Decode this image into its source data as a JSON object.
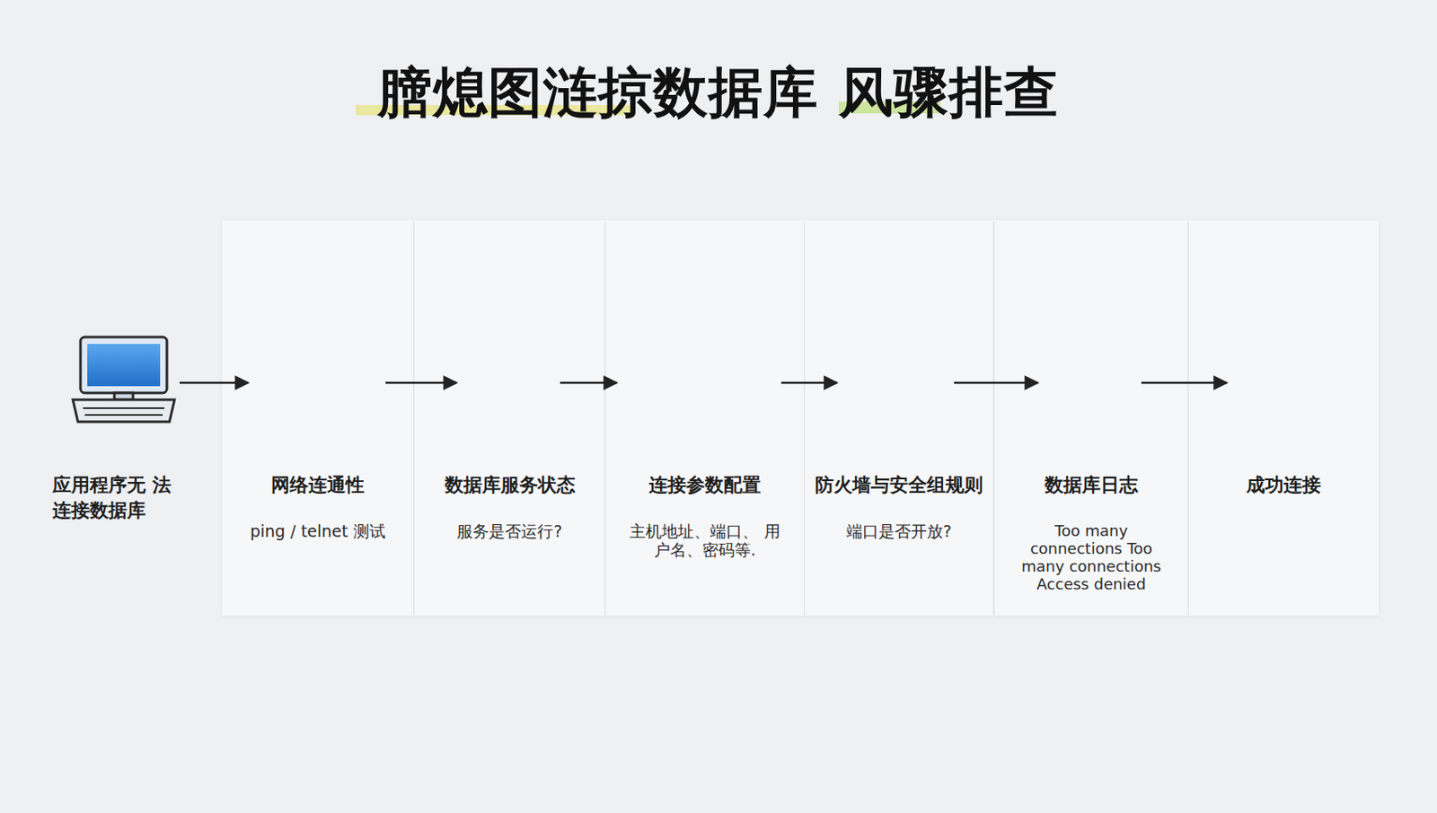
{
  "diagram": {
    "title": "膪熄图涟掠数据库 风骤排查",
    "nodes": [
      {
        "text": [
          "应用程序无 法连接数据库"
        ]
      },
      {
        "text": [
          "网络连通性",
          "ping / telnet 测试"
        ]
      },
      {
        "text": [
          "数据库服务状态",
          "服务是否运行?"
        ]
      },
      {
        "text": [
          "连接参数配置",
          "主机地址、端口、 用户名、密码等."
        ]
      },
      {
        "text": [
          "防火墙与安全组规则",
          "端口是否开放?"
        ]
      },
      {
        "text": [
          "数据库日志",
          "Too many connections Too many connections Access denied"
        ]
      },
      {
        "text": [
          "成功连接"
        ]
      }
    ],
    "edges": [
      {
        "from": 0,
        "to": 1,
        "arrow": "to"
      },
      {
        "from": 1,
        "to": 2,
        "arrow": "to"
      },
      {
        "from": 2,
        "to": 3,
        "arrow": "to"
      },
      {
        "from": 3,
        "to": 4,
        "arrow": "to"
      },
      {
        "from": 4,
        "to": 5,
        "arrow": "to"
      },
      {
        "from": 5,
        "to": 6,
        "arrow": "to"
      }
    ]
  }
}
